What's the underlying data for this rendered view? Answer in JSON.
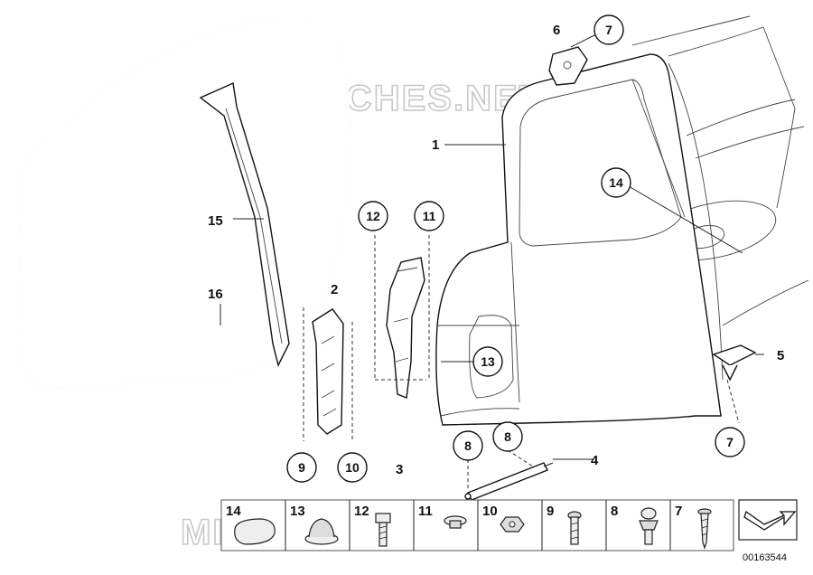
{
  "watermark": "MICROFICHES.NET",
  "callouts": {
    "c1": "1",
    "c2": "2",
    "c3": "3",
    "c4": "4",
    "c5": "5",
    "c6": "6",
    "c7a": "7",
    "c7b": "7",
    "c8a": "8",
    "c8b": "8",
    "c9": "9",
    "c10": "10",
    "c11": "11",
    "c12": "12",
    "c13": "13",
    "c14": "14",
    "c15": "15",
    "c16": "16"
  },
  "legend": {
    "cells": [
      "14",
      "13",
      "12",
      "11",
      "10",
      "9",
      "8",
      "7"
    ]
  },
  "diagram_id": "00163544"
}
